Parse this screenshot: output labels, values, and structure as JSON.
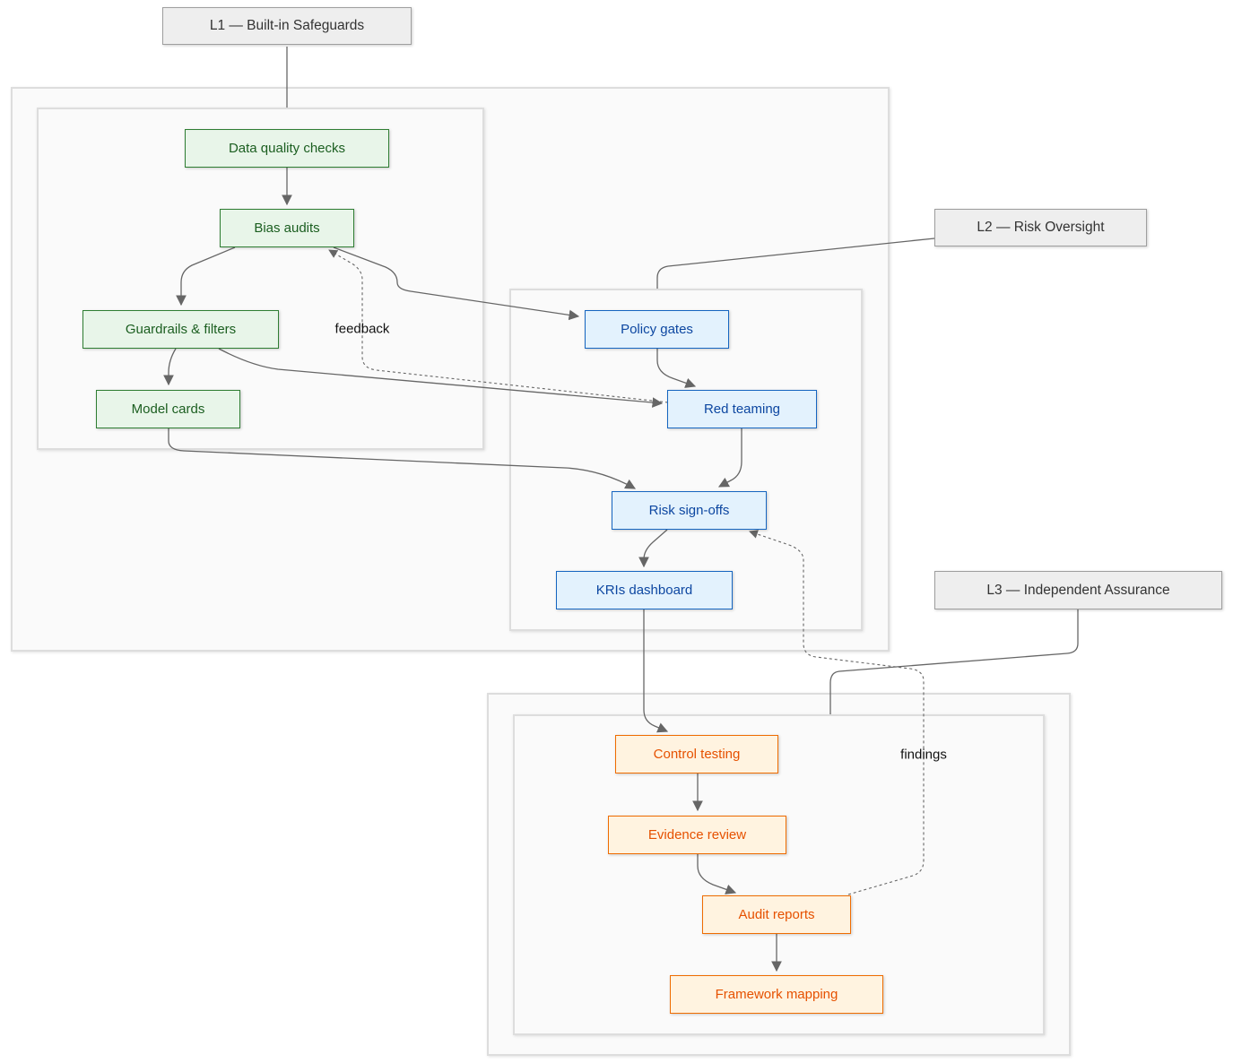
{
  "lines": {
    "l1": "L1 — Built-in Safeguards",
    "l2": "L2 — Risk Oversight",
    "l3": "L3 — Independent Assurance"
  },
  "l1_nodes": {
    "data_quality": "Data quality checks",
    "bias_audits": "Bias audits",
    "guardrails": "Guardrails & filters",
    "model_cards": "Model cards"
  },
  "l2_nodes": {
    "policy_gates": "Policy gates",
    "red_teaming": "Red teaming",
    "risk_signoffs": "Risk sign-offs",
    "kris_dashboard": "KRIs dashboard"
  },
  "l3_nodes": {
    "control_testing": "Control testing",
    "evidence_review": "Evidence review",
    "audit_reports": "Audit reports",
    "framework_mapping": "Framework mapping"
  },
  "edge_labels": {
    "feedback": "feedback",
    "findings": "findings"
  },
  "colors": {
    "l1_fill": "#e8f5e9",
    "l1_stroke": "#2e7d32",
    "l1_text": "#1b5e20",
    "l2_fill": "#e3f2fd",
    "l2_stroke": "#1565c0",
    "l2_text": "#0d47a1",
    "l3_fill": "#fff3e0",
    "l3_stroke": "#ef6c00",
    "l3_text": "#e65100",
    "line_fill": "#eeeeee",
    "edge": "#666666"
  }
}
